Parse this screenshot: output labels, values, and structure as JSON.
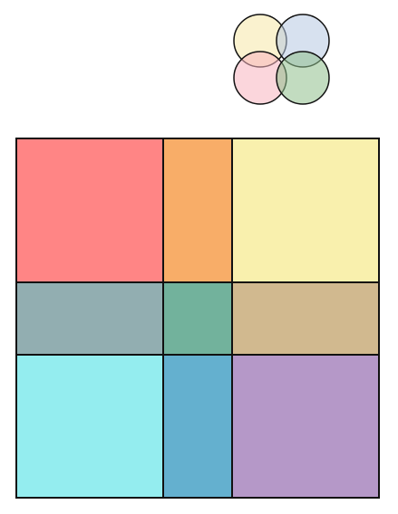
{
  "legend": {
    "circles": [
      {
        "name": "top-left",
        "color": "#f5e7a8"
      },
      {
        "name": "top-right",
        "color": "#b7c9e2"
      },
      {
        "name": "bottom-left",
        "color": "#f8b5bf"
      },
      {
        "name": "bottom-right",
        "color": "#8fbf8c"
      }
    ]
  },
  "grid": {
    "cells": [
      {
        "name": "red",
        "color": "#ff8585"
      },
      {
        "name": "orange",
        "color": "#f8ad68"
      },
      {
        "name": "yellow",
        "color": "#f9f0ad"
      },
      {
        "name": "slate",
        "color": "#92aeb1"
      },
      {
        "name": "teal",
        "color": "#72b29c"
      },
      {
        "name": "tan",
        "color": "#d1b98f"
      },
      {
        "name": "cyan",
        "color": "#94edef"
      },
      {
        "name": "blue",
        "color": "#64b0cf"
      },
      {
        "name": "purple",
        "color": "#b598c8"
      }
    ],
    "stroke_color": "#111111"
  }
}
